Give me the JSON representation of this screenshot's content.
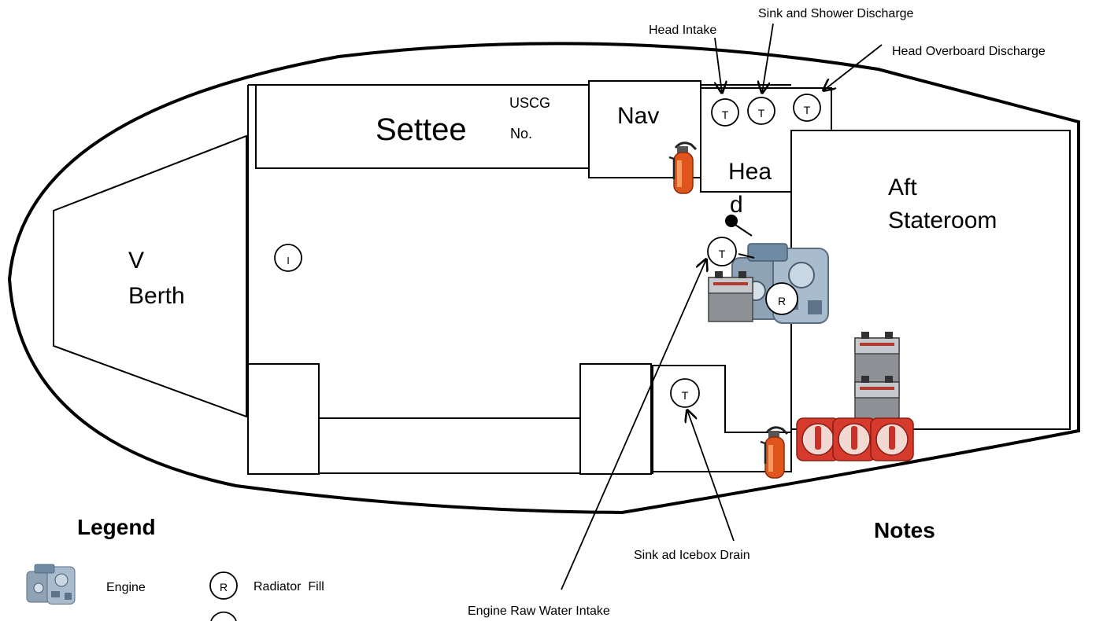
{
  "rooms": {
    "settee": "Settee",
    "uscg": "USCG",
    "no": "No.",
    "nav": "Nav",
    "head_1": "Hea",
    "head_2": "d",
    "aft_1": "Aft",
    "aft_2": "Stateroom",
    "vberth_1": "V",
    "vberth_2": "Berth"
  },
  "callouts": {
    "head_intake": "Head Intake",
    "sink_shower": "Sink and Shower Discharge",
    "head_overboard": "Head Overboard Discharge",
    "sink_icebox": "Sink ad Icebox Drain",
    "engine_raw": "Engine Raw Water Intake"
  },
  "markers": {
    "t": "T",
    "r": "R",
    "i": "I"
  },
  "legend": {
    "title": "Legend",
    "engine": "Engine",
    "radiator": "Radiator  Fill",
    "radiator_symbol": "R"
  },
  "notes": {
    "title": "Notes"
  },
  "colors": {
    "extinguisher": "#e0541e",
    "switch": "#d63a2c",
    "battery": "#8d9196",
    "engine": "#7f97ad"
  }
}
